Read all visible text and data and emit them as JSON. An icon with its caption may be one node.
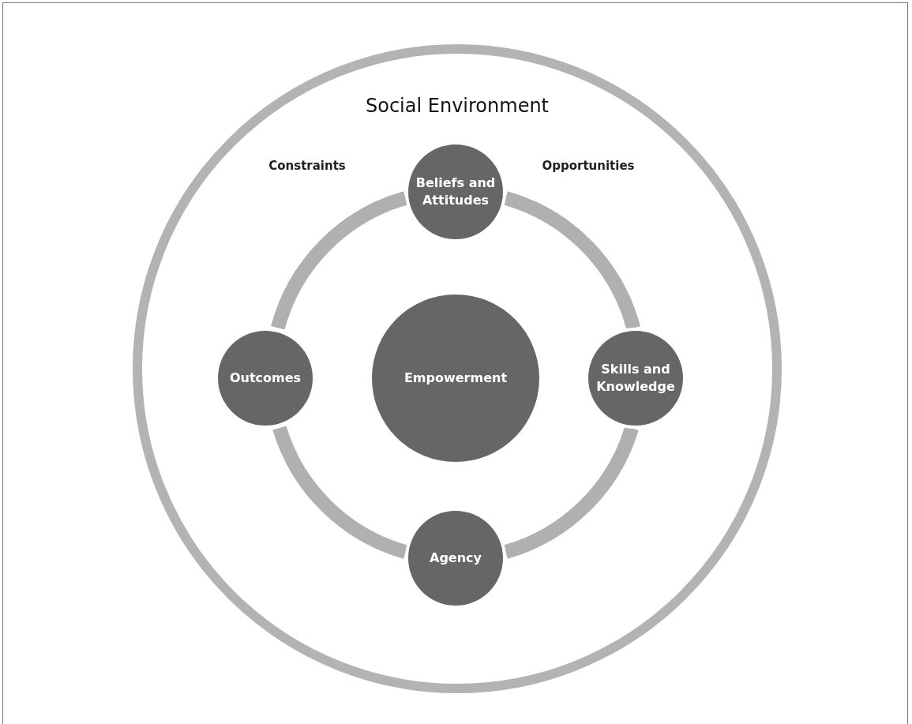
{
  "diagram": {
    "nodes": [
      {
        "text": [
          "Social Environment"
        ]
      },
      {
        "text": [
          "Beliefs and Attitudes"
        ],
        "in": 0
      },
      {
        "text": [
          "Outcomes"
        ],
        "in": 0
      },
      {
        "text": [
          "Empowerment"
        ],
        "in": 0
      },
      {
        "text": [
          "Skills and Knowledge"
        ],
        "in": 0
      },
      {
        "text": [
          "Agency"
        ],
        "in": 0
      }
    ],
    "edges": [
      {
        "from": 1,
        "to": 4,
        "arrow": "none"
      },
      {
        "from": 4,
        "to": 5,
        "arrow": "none"
      },
      {
        "from": 5,
        "to": 2,
        "arrow": "none"
      },
      {
        "from": 2,
        "to": 1,
        "arrow": "none"
      }
    ],
    "labels": [
      "Constraints",
      "Opportunities"
    ]
  }
}
